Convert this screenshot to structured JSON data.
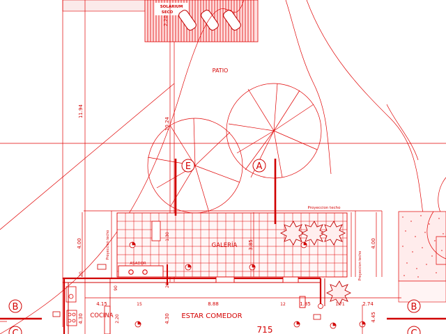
{
  "rooms": {
    "patio": "PATIO",
    "solarium": "SOLARIUM",
    "seco": "SECO",
    "galeria": "GALERÍA",
    "asador": "ASADOR",
    "cocina": "COCINA",
    "estar_comedor": "ESTAR COMEDOR"
  },
  "notes": {
    "proyeccion_techo": "Proyeccion techo"
  },
  "axes": {
    "e": "E",
    "a": "A",
    "b": "B",
    "c": "C"
  },
  "dimensions": {
    "d_2_20": "2.20",
    "d_11_94": "11.94",
    "d_10_24": "10.24",
    "d_4_00_left": "4.00",
    "d_4_00_right": "4.00",
    "d_3_85": "3.85",
    "d_1_30": "1.30",
    "d_20_a": "20",
    "d_20_b": "20",
    "d_90": "90",
    "d_4_15": "4.15",
    "d_15": "15",
    "d_8_88": "8.88",
    "d_12": "12",
    "d_1_85": "1.85",
    "d_1_71": "1.71",
    "d_2_74": "2.74",
    "d_4_30_a": "4.30",
    "d_4_30_b": "4.30",
    "d_2_20_b": "2.20",
    "d_4_45": "4.45",
    "d_715": "715"
  }
}
